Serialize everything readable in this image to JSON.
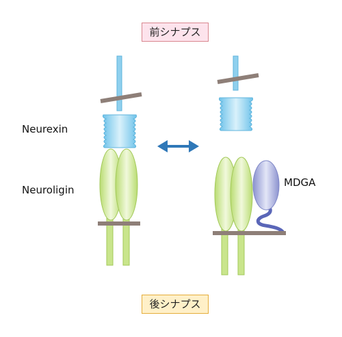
{
  "labels": {
    "presynapse": "前シナプス",
    "postsynapse": "後シナプス",
    "neurexin": "Neurexin",
    "neuroligin": "Neuroligin",
    "mdga": "MDGA"
  },
  "colors": {
    "membrane": "#8e7f78",
    "neurexin": "#9fd8f2",
    "neuroligin": "#c9e58c",
    "mdga": "#9ea6d8",
    "arrow": "#2f78b8",
    "pre_box_fill": "#fde3ec",
    "post_box_fill": "#fff0c8"
  },
  "icons": {
    "exchange_arrow": "double-headed-arrow-icon"
  }
}
